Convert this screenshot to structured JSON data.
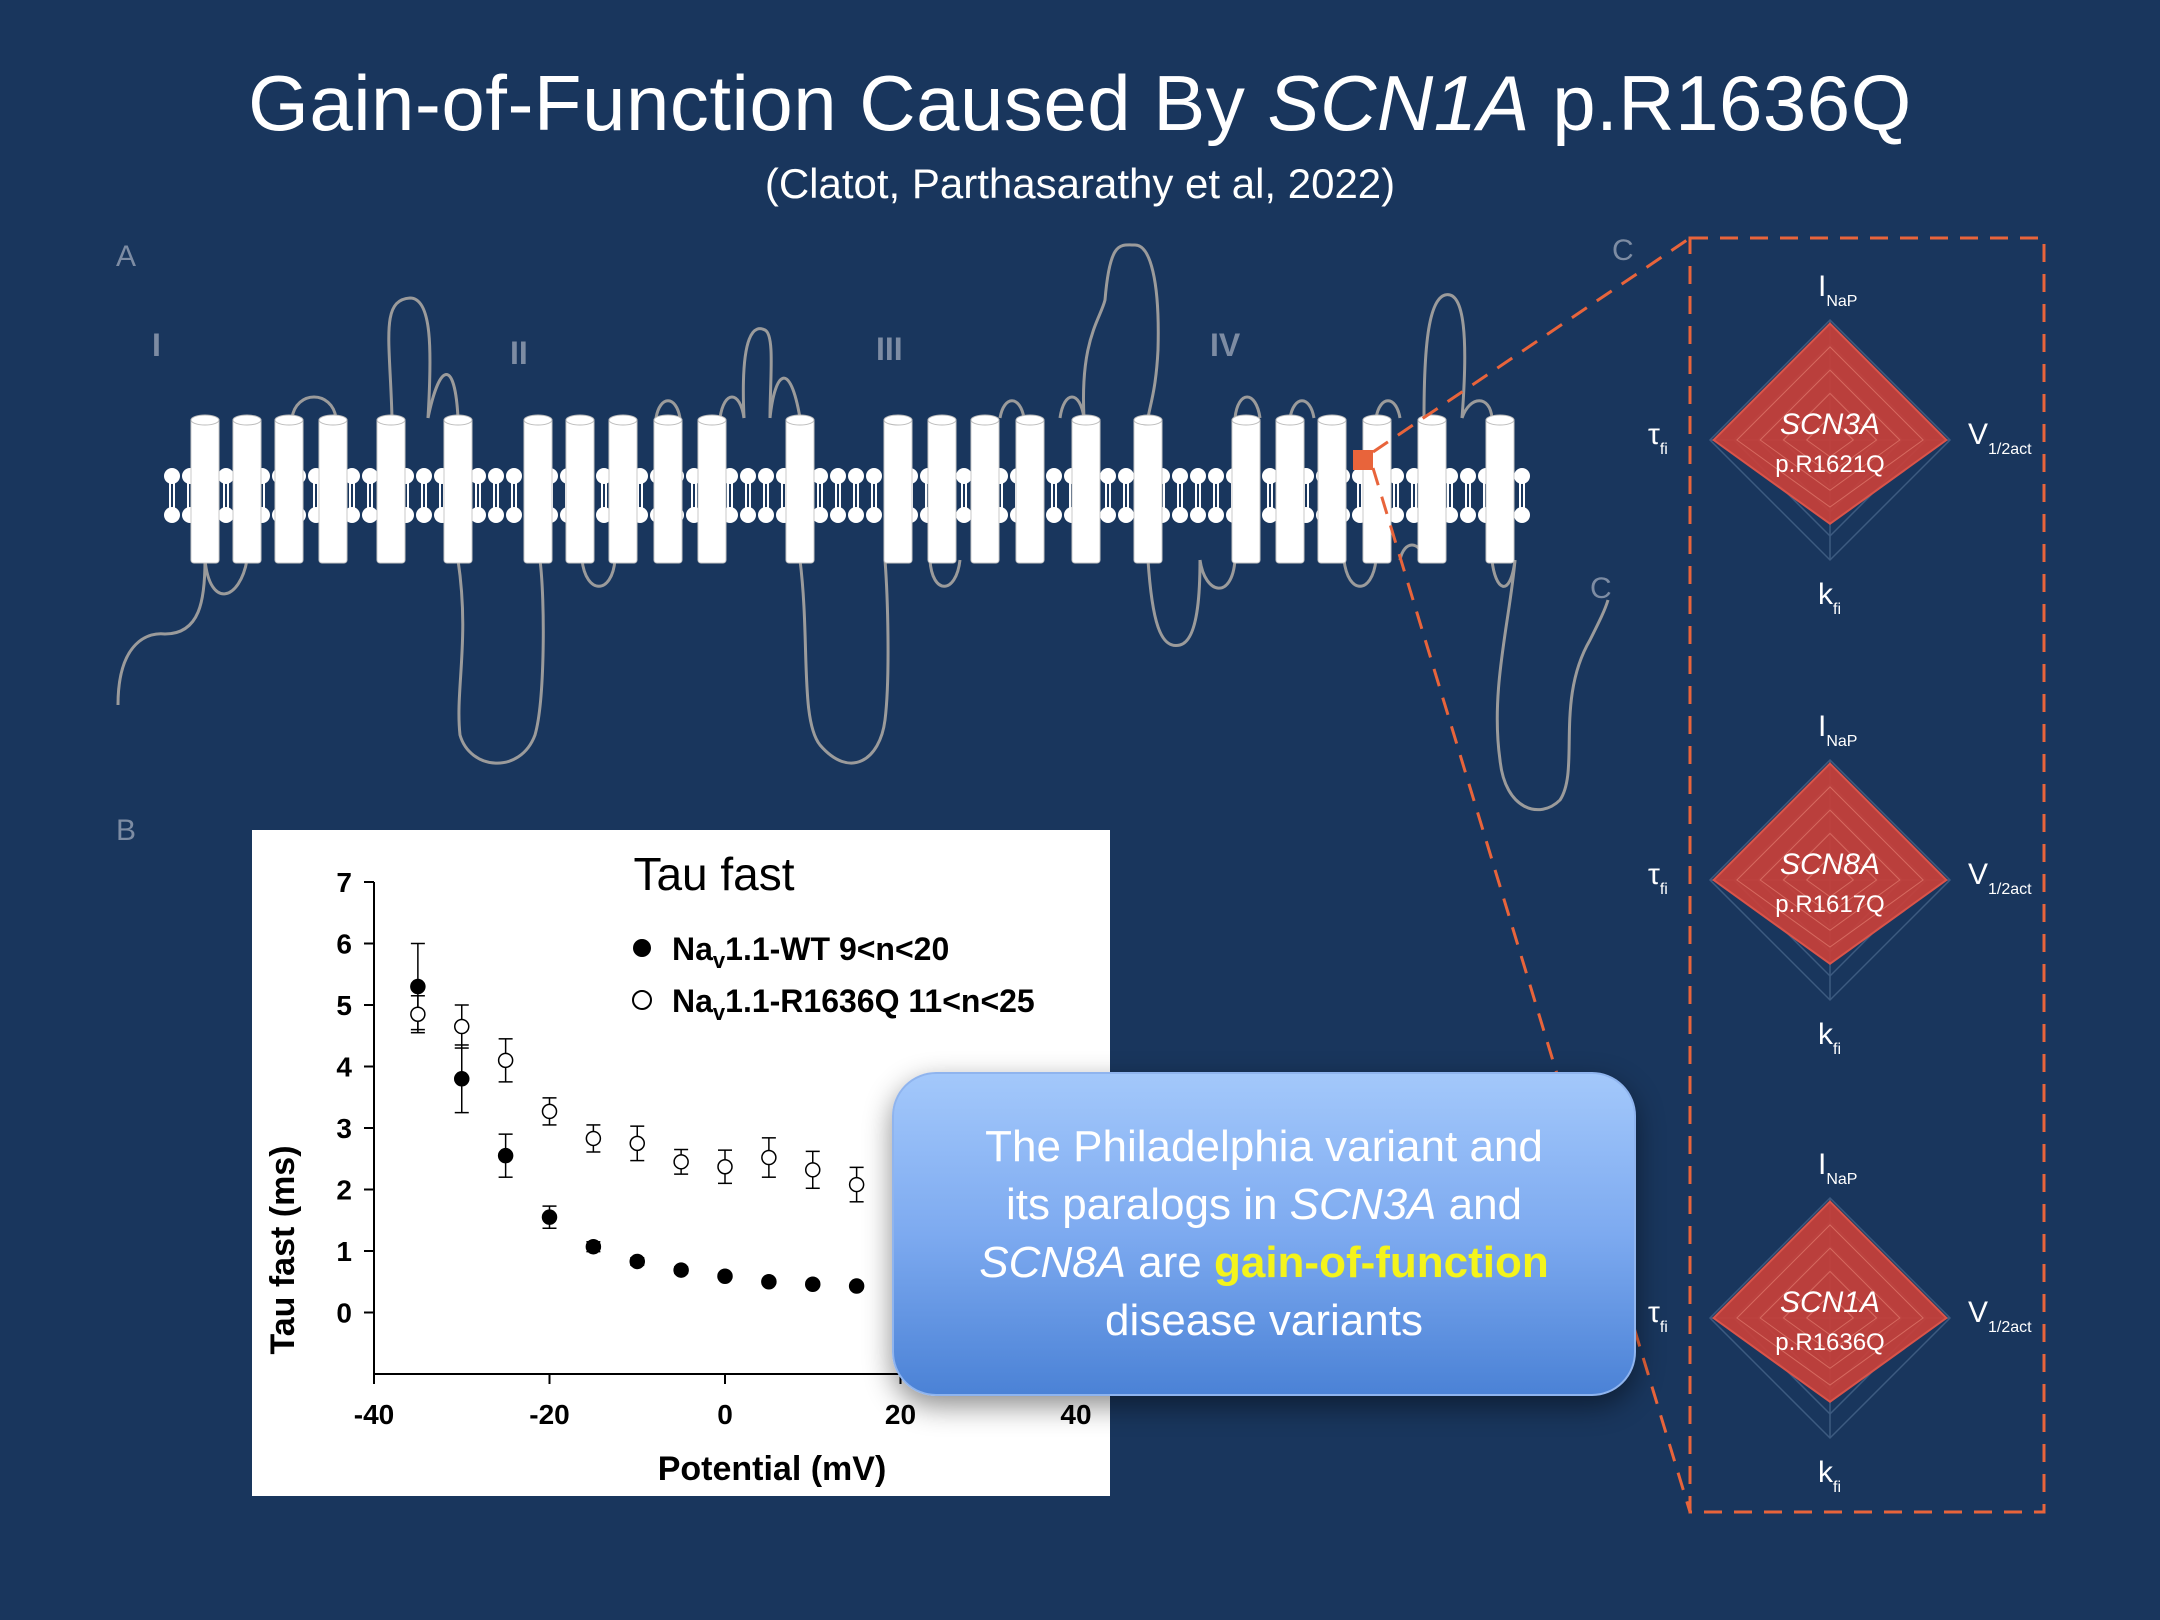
{
  "header": {
    "title_part1": "Gain-of-Function Caused By ",
    "title_gene": "SCN1A",
    "title_part2": " p.R1636Q",
    "subtitle": "(Clatot, Parthasarathy et al, 2022)"
  },
  "panels": {
    "a": "A",
    "b": "B",
    "c_top": "C",
    "c_membrane": "C"
  },
  "channel_diagram": {
    "domains": [
      "I",
      "II",
      "III",
      "IV"
    ],
    "colors": {
      "membrane": "#ffffff",
      "loop": "#9b9b9b",
      "variant_marker": "#e8643b"
    }
  },
  "callout": {
    "line1": "The Philadelphia variant and",
    "line2_pre": "its paralogs in ",
    "line2_gene": "SCN3A",
    "line2_post": " and",
    "line3_gene": "SCN8A",
    "line3_mid": " are ",
    "line3_hl": "gain-of-function",
    "line4": "disease variants"
  },
  "radar_charts": [
    {
      "gene": "SCN3A",
      "variant": "p.R1621Q",
      "axes": {
        "top": "I",
        "top_sub": "NaP",
        "right": "V",
        "right_sub": "1/2act",
        "bottom": "k",
        "bottom_sub": "fi",
        "left": "τ",
        "left_sub": "fi"
      }
    },
    {
      "gene": "SCN8A",
      "variant": "p.R1617Q",
      "axes": {
        "top": "I",
        "top_sub": "NaP",
        "right": "V",
        "right_sub": "1/2act",
        "bottom": "k",
        "bottom_sub": "fi",
        "left": "τ",
        "left_sub": "fi"
      }
    },
    {
      "gene": "SCN1A",
      "variant": "p.R1636Q",
      "axes": {
        "top": "I",
        "top_sub": "NaP",
        "right": "V",
        "right_sub": "1/2act",
        "bottom": "k",
        "bottom_sub": "fi",
        "left": "τ",
        "left_sub": "fi"
      }
    }
  ],
  "colors": {
    "background": "#19365d",
    "radar_fill": "#c8403a",
    "dash": "#e8643b"
  },
  "chart_data": {
    "type": "scatter",
    "title": "Tau fast",
    "xlabel": "Potential (mV)",
    "ylabel": "Tau fast (ms)",
    "xlim": [
      -40,
      40
    ],
    "ylim": [
      -1,
      7
    ],
    "xticks": [
      -40,
      -20,
      0,
      20,
      40
    ],
    "yticks": [
      0,
      1,
      2,
      3,
      4,
      5,
      6,
      7
    ],
    "series": [
      {
        "name_base": "Na",
        "name_sub": "v",
        "name_rest": "1.1-WT 9<n<20",
        "marker": "filled",
        "x": [
          -35,
          -30,
          -25,
          -20,
          -15,
          -10,
          -5,
          0,
          5,
          10,
          15
        ],
        "y": [
          5.3,
          3.8,
          2.55,
          1.55,
          1.07,
          0.83,
          0.69,
          0.59,
          0.5,
          0.46,
          0.43
        ],
        "err": [
          0.7,
          0.55,
          0.35,
          0.18,
          0.08,
          0.06,
          0.05,
          0.04,
          0.04,
          0.04,
          0.04
        ]
      },
      {
        "name_base": "Na",
        "name_sub": "v",
        "name_rest": "1.1-R1636Q 11<n<25",
        "marker": "open",
        "x": [
          -35,
          -30,
          -25,
          -20,
          -15,
          -10,
          -5,
          0,
          5,
          10,
          15
        ],
        "y": [
          4.85,
          4.65,
          4.1,
          3.27,
          2.83,
          2.75,
          2.45,
          2.37,
          2.52,
          2.32,
          2.08
        ],
        "err": [
          0.3,
          0.35,
          0.35,
          0.22,
          0.22,
          0.28,
          0.2,
          0.27,
          0.32,
          0.3,
          0.28
        ]
      }
    ]
  }
}
